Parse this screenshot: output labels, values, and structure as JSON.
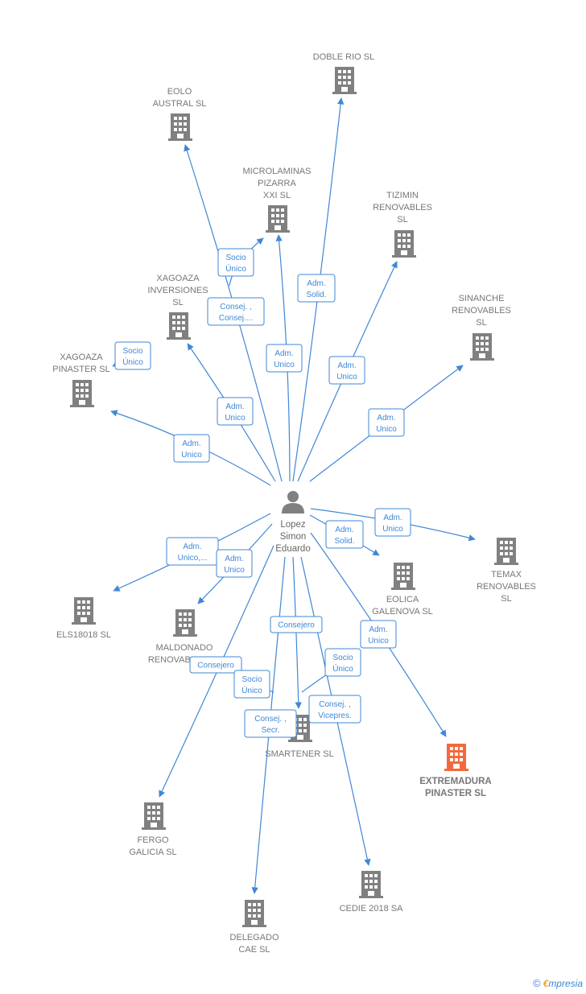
{
  "colors": {
    "edge": "#3f87d6",
    "company": "#808080",
    "highlight": "#f26a3b",
    "person": "#808080"
  },
  "person": {
    "label_lines": [
      "Lopez",
      "Simon",
      "Eduardo"
    ],
    "icon": "person-icon"
  },
  "companies": [
    {
      "id": "doble-rio",
      "label_lines": [
        "DOBLE RIO SL"
      ]
    },
    {
      "id": "eolo-austral",
      "label_lines": [
        "EOLO",
        "AUSTRAL  SL"
      ]
    },
    {
      "id": "microlaminas",
      "label_lines": [
        "MICROLAMINAS",
        "PIZARRA",
        "XXI  SL"
      ]
    },
    {
      "id": "tizimin",
      "label_lines": [
        "TIZIMIN",
        "RENOVABLES",
        "SL"
      ]
    },
    {
      "id": "xagoaza-inversiones",
      "label_lines": [
        "XAGOAZA",
        "INVERSIONES",
        "SL"
      ]
    },
    {
      "id": "sinanche",
      "label_lines": [
        "SINANCHE",
        "RENOVABLES",
        "SL"
      ]
    },
    {
      "id": "xagoaza-pinaster",
      "label_lines": [
        "XAGOAZA",
        "PINASTER  SL"
      ]
    },
    {
      "id": "temax",
      "label_lines": [
        "TEMAX",
        "RENOVABLES",
        "SL"
      ]
    },
    {
      "id": "eolica-galenova",
      "label_lines": [
        "EOLICA",
        "GALENOVA SL"
      ]
    },
    {
      "id": "els18018",
      "label_lines": [
        "ELS18018  SL"
      ]
    },
    {
      "id": "maldonado",
      "label_lines": [
        "MALDONADO",
        "RENOVABLES SL"
      ]
    },
    {
      "id": "extremadura-pinaster",
      "label_lines": [
        "EXTREMADURA",
        "PINASTER  SL"
      ],
      "highlight": true
    },
    {
      "id": "smartener",
      "label_lines": [
        "SMARTENER SL"
      ]
    },
    {
      "id": "fergo-galicia",
      "label_lines": [
        "FERGO",
        "GALICIA  SL"
      ]
    },
    {
      "id": "cedie-2018",
      "label_lines": [
        "CEDIE 2018 SA"
      ]
    },
    {
      "id": "delegado-cae",
      "label_lines": [
        "DELEGADO",
        "CAE  SL"
      ]
    }
  ],
  "relations": [
    {
      "target": "doble-rio",
      "label_lines": [
        "Adm.",
        "Solid."
      ]
    },
    {
      "target": "eolo-austral",
      "label_lines": [
        "Consej. ,",
        "Consej...."
      ]
    },
    {
      "target": "microlaminas",
      "label_lines": [
        "Adm.",
        "Unico"
      ]
    },
    {
      "target": "tizimin",
      "label_lines": [
        "Adm.",
        "Unico"
      ]
    },
    {
      "target": "xagoaza-inversiones",
      "label_lines": [
        "Adm.",
        "Unico"
      ]
    },
    {
      "target": "microlaminas",
      "label_lines": [
        "Socio",
        "Único"
      ]
    },
    {
      "target": "sinanche",
      "label_lines": [
        "Adm.",
        "Unico"
      ]
    },
    {
      "target": "xagoaza-pinaster",
      "label_lines": [
        "Adm.",
        "Unico"
      ]
    },
    {
      "target": "xagoaza-pinaster",
      "label_lines": [
        "Socio",
        "Único"
      ]
    },
    {
      "target": "temax",
      "label_lines": [
        "Adm.",
        "Unico"
      ]
    },
    {
      "target": "eolica-galenova",
      "label_lines": [
        "Adm.",
        "Solid."
      ]
    },
    {
      "target": "els18018",
      "label_lines": [
        "Adm.",
        "Unico,..."
      ]
    },
    {
      "target": "maldonado",
      "label_lines": [
        "Adm.",
        "Unico"
      ]
    },
    {
      "target": "extremadura-pinaster",
      "label_lines": [
        "Adm.",
        "Unico"
      ]
    },
    {
      "target": "smartener",
      "label_lines": [
        "Consejero"
      ]
    },
    {
      "target": "smartener",
      "label_lines": [
        "Socio",
        "Único"
      ]
    },
    {
      "target": "fergo-galicia",
      "label_lines": [
        "Consejero"
      ]
    },
    {
      "target": "smartener",
      "label_lines": [
        "Socio",
        "Único"
      ]
    },
    {
      "target": "delegado-cae",
      "label_lines": [
        "Consej. ,",
        "Secr."
      ]
    },
    {
      "target": "cedie-2018",
      "label_lines": [
        "Consej. ,",
        "Vicepres."
      ]
    }
  ],
  "footer": {
    "copyright": "©",
    "brand_initial": "€",
    "brand_rest": "mpresia"
  }
}
